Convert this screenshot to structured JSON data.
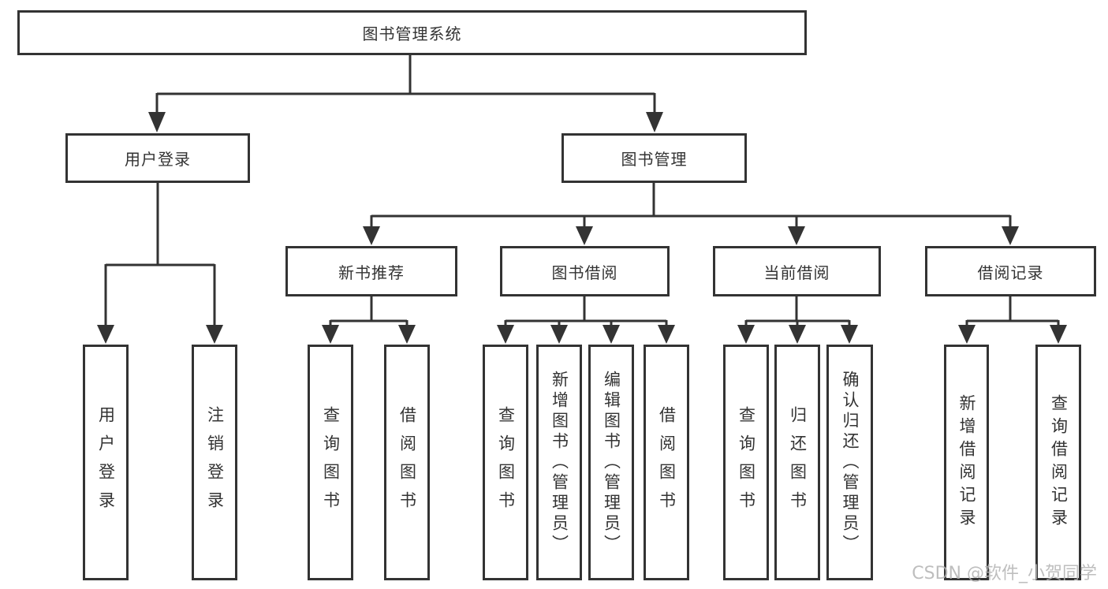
{
  "tree": {
    "root_label": "图书管理系统",
    "branches": [
      {
        "label": "用户登录",
        "children": [
          {
            "label": "用户登录"
          },
          {
            "label": "注销登录"
          }
        ]
      },
      {
        "label": "图书管理",
        "children": [
          {
            "label": "新书推荐",
            "children": [
              {
                "label": "查询图书"
              },
              {
                "label": "借阅图书"
              }
            ]
          },
          {
            "label": "图书借阅",
            "children": [
              {
                "label": "查询图书"
              },
              {
                "label": "新增图书（管理员）"
              },
              {
                "label": "编辑图书（管理员）"
              },
              {
                "label": "借阅图书"
              }
            ]
          },
          {
            "label": "当前借阅",
            "children": [
              {
                "label": "查询图书"
              },
              {
                "label": "归还图书"
              },
              {
                "label": "确认归还（管理员）"
              }
            ]
          },
          {
            "label": "借阅记录",
            "children": [
              {
                "label": "新增借阅记录"
              },
              {
                "label": "查询借阅记录"
              }
            ]
          }
        ]
      }
    ]
  },
  "watermark": {
    "text": "CSDN @软件_小贺同学"
  },
  "colors": {
    "line": "#333333",
    "text": "#333333",
    "background": "#ffffff",
    "watermark": "#b3b3b3"
  }
}
